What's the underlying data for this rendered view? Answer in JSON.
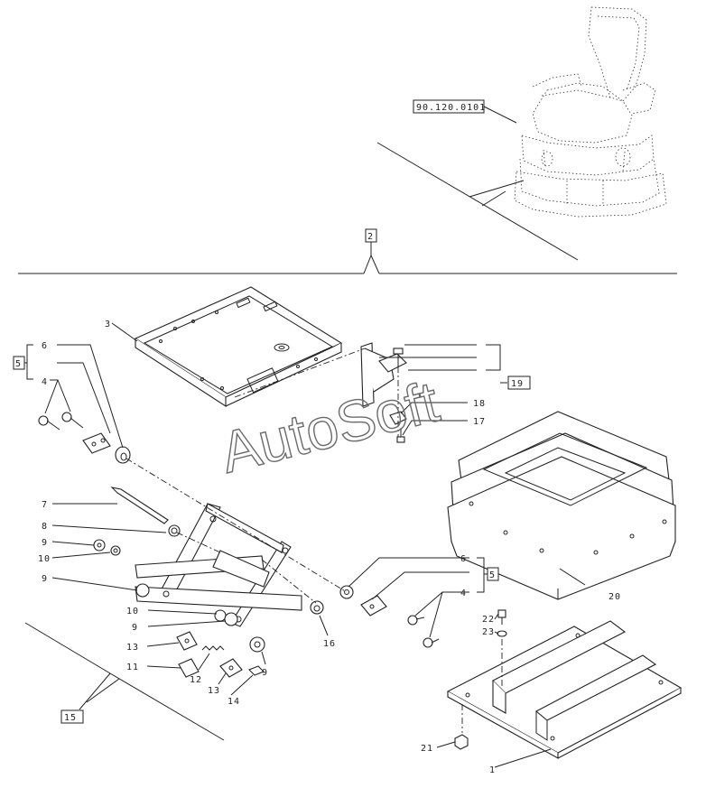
{
  "reference_code": "90.120.0101",
  "group_marker": "2",
  "part_numbers": {
    "p1": "1",
    "p3": "3",
    "p4a": "4",
    "p4b": "4",
    "p5a": "5",
    "p5b": "5",
    "p6a": "6",
    "p6b": "6",
    "p7": "7",
    "p8": "8",
    "p9a": "9",
    "p9b": "9",
    "p9c": "9",
    "p9d": "9",
    "p10a": "10",
    "p10b": "10",
    "p11": "11",
    "p12": "12",
    "p13a": "13",
    "p13b": "13",
    "p14": "14",
    "p15": "15",
    "p16": "16",
    "p17": "17",
    "p18": "18",
    "p19": "19",
    "p20": "20",
    "p21": "21",
    "p22": "22",
    "p23": "23"
  },
  "watermark": "AutoSoft"
}
